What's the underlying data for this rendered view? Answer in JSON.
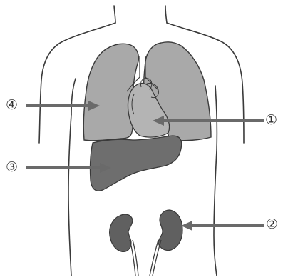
{
  "labels": {
    "one": "①",
    "two": "②",
    "three": "③",
    "four": "④"
  },
  "colors": {
    "outline": "#3a3a3a",
    "lungs": "#a9a9a9",
    "heart": "#b4b4b4",
    "liver": "#6e6e6e",
    "kidneys": "#606060",
    "arrows": "#6a6a6a"
  }
}
